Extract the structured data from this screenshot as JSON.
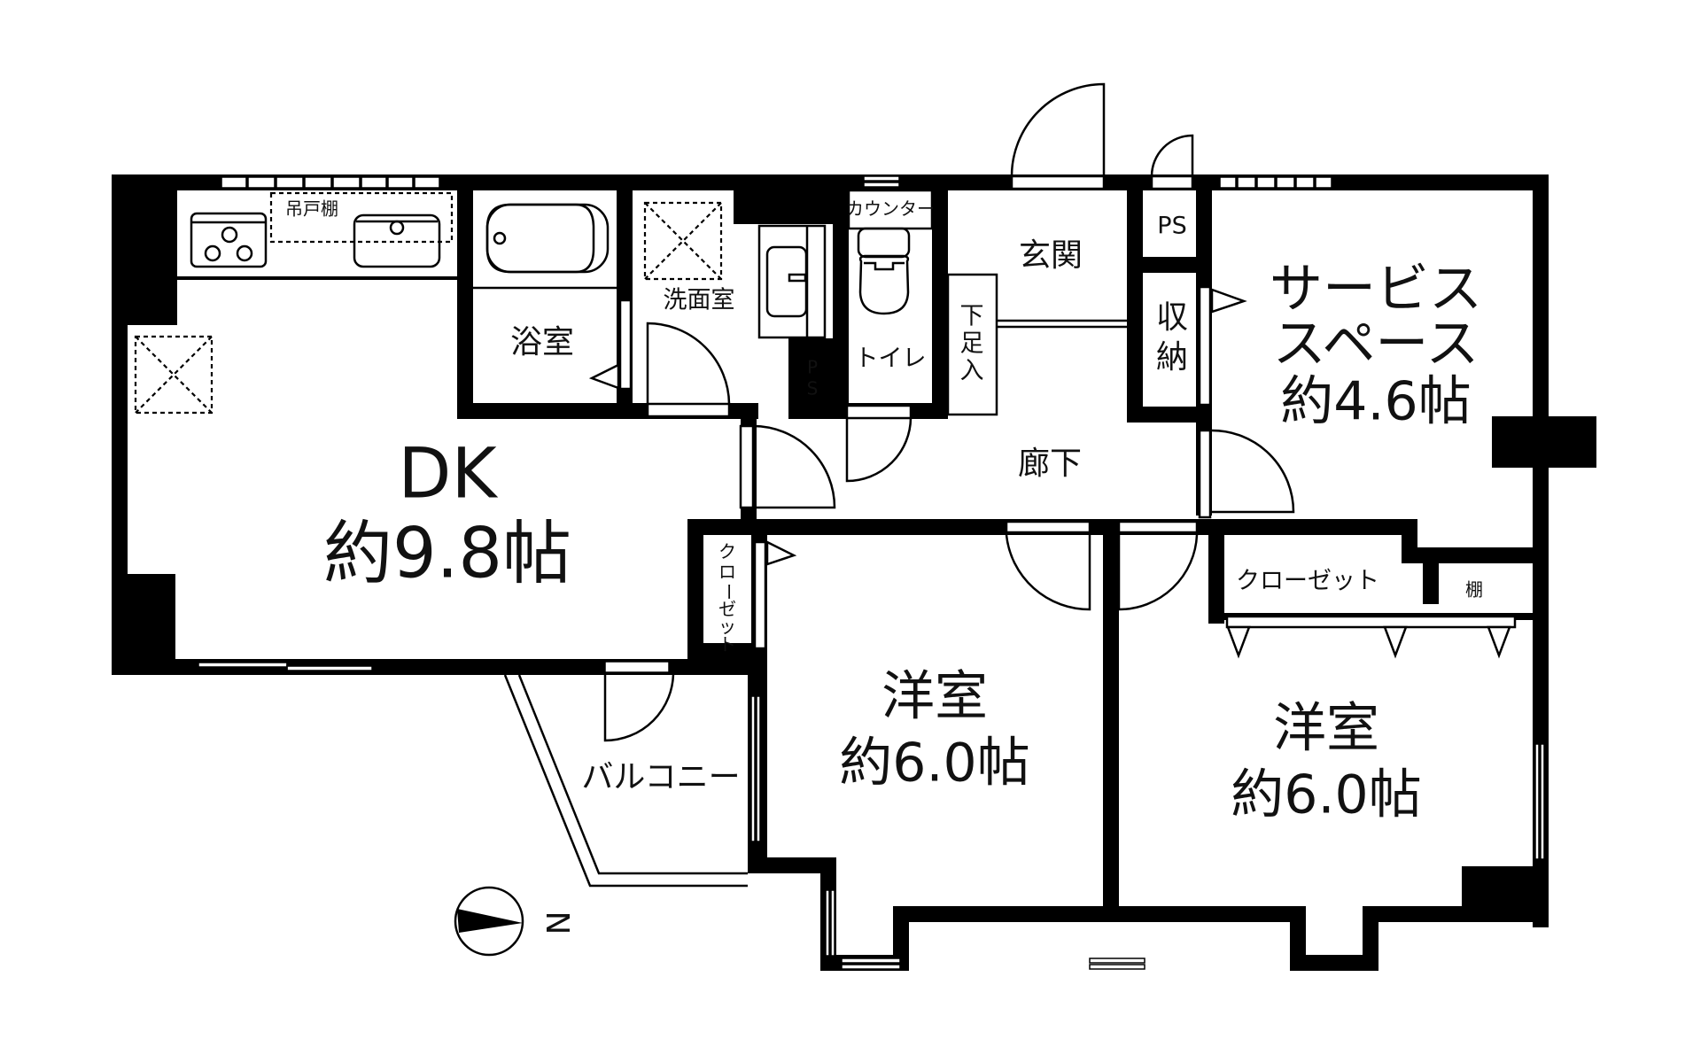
{
  "floor_plan": {
    "rooms": {
      "dk": {
        "name": "DK",
        "area": "約9.8帖"
      },
      "bathroom": {
        "name": "浴室"
      },
      "washroom": {
        "name": "洗面室"
      },
      "toilet": {
        "name": "トイレ"
      },
      "entrance": {
        "name": "玄関"
      },
      "hallway": {
        "name": "廊下"
      },
      "service_space": {
        "name_line1": "サービス",
        "name_line2": "スペース",
        "area": "約4.6帖"
      },
      "western_room_center": {
        "name": "洋室",
        "area": "約6.0帖"
      },
      "western_room_right": {
        "name": "洋室",
        "area": "約6.0帖"
      },
      "balcony": {
        "name": "バルコニー"
      }
    },
    "storage": {
      "hanging_cabinet": "吊戸棚",
      "counter": "カウンター",
      "shoe_cabinet_chars": [
        "下",
        "足",
        "入"
      ],
      "ps_upper": "PS",
      "ps_toilet_chars": [
        "P",
        "S"
      ],
      "storage_chars": [
        "収",
        "納"
      ],
      "closet_vertical_chars": [
        "ク",
        "ロ",
        "ー",
        "ゼ",
        "ッ",
        "ト"
      ],
      "closet_horizontal": "クローゼット",
      "shelf": "棚"
    },
    "compass": {
      "label": "N",
      "icon": "north-arrow-icon"
    },
    "colors": {
      "wall": "#000000",
      "background": "#ffffff"
    }
  }
}
